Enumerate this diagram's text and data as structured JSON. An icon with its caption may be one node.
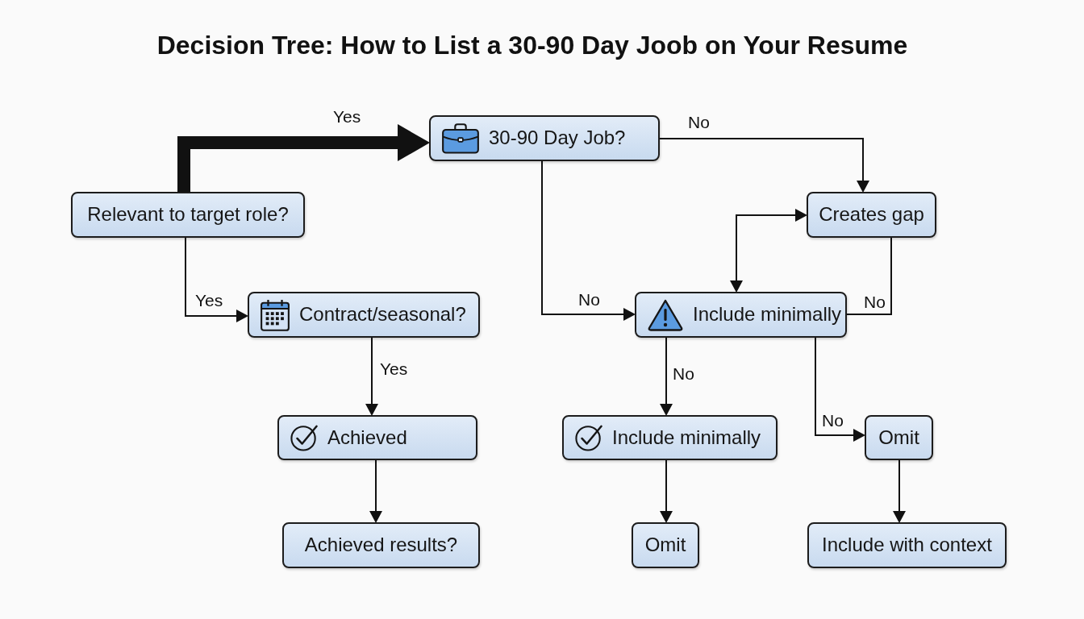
{
  "diagram": {
    "title": "Decision Tree: How to List a 30-90 Day Joob on Your Resume",
    "nodes": [
      {
        "text": [
          "30-90 Day Job?"
        ]
      },
      {
        "text": [
          "Relevant to target role?"
        ]
      },
      {
        "text": [
          "Creates gap"
        ]
      },
      {
        "text": [
          "Contract/seasonal?"
        ]
      },
      {
        "text": [
          "Include minimally"
        ]
      },
      {
        "text": [
          "Achieved"
        ]
      },
      {
        "text": [
          "Include minimally"
        ]
      },
      {
        "text": [
          "Omit"
        ]
      },
      {
        "text": [
          "Achieved results?"
        ]
      },
      {
        "text": [
          "Omit"
        ]
      },
      {
        "text": [
          "Include with context"
        ]
      }
    ],
    "edges": [
      {
        "from": 1,
        "to": 0,
        "arrow": "to",
        "label": "Yes",
        "style": "thick"
      },
      {
        "from": 0,
        "to": 2,
        "arrow": "to",
        "label": "No"
      },
      {
        "from": 0,
        "to": 4,
        "arrow": "to",
        "label": "No"
      },
      {
        "from": 1,
        "to": 3,
        "arrow": "to",
        "label": "Yes"
      },
      {
        "from": 4,
        "to": 2,
        "arrow": "both"
      },
      {
        "from": 2,
        "to": 4,
        "arrow": "none",
        "label": "No"
      },
      {
        "from": 3,
        "to": 5,
        "arrow": "to",
        "label": "Yes"
      },
      {
        "from": 4,
        "to": 6,
        "arrow": "to",
        "label": "No"
      },
      {
        "from": 4,
        "to": 7,
        "arrow": "to",
        "label": "No"
      },
      {
        "from": 5,
        "to": 8,
        "arrow": "to"
      },
      {
        "from": 6,
        "to": 9,
        "arrow": "to"
      },
      {
        "from": 7,
        "to": 10,
        "arrow": "to"
      }
    ]
  }
}
